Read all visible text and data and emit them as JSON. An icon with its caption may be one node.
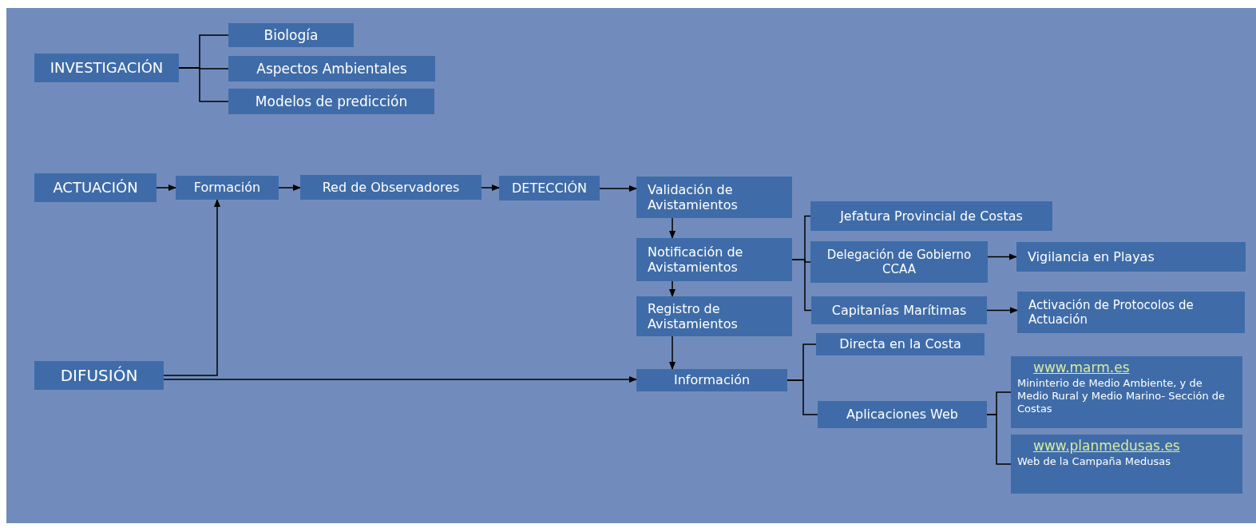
{
  "diagram": {
    "nodes": [
      {
        "text": [
          "INVESTIGACIÓN"
        ]
      },
      {
        "text": [
          "Biología"
        ]
      },
      {
        "text": [
          "Aspectos Ambientales"
        ]
      },
      {
        "text": [
          "Modelos de predicción"
        ]
      },
      {
        "text": [
          "ACTUACIÓN"
        ]
      },
      {
        "text": [
          "Formación"
        ]
      },
      {
        "text": [
          "Red de Observadores"
        ]
      },
      {
        "text": [
          "DETECCIÓN"
        ]
      },
      {
        "text": [
          "Validación de Avistamientos"
        ]
      },
      {
        "text": [
          "Notificación de Avistamientos"
        ]
      },
      {
        "text": [
          "Registro de Avistamientos"
        ]
      },
      {
        "text": [
          "Jefatura Provincial de Costas"
        ]
      },
      {
        "text": [
          "Delegación de Gobierno CCAA"
        ]
      },
      {
        "text": [
          "Vigilancia en Playas"
        ]
      },
      {
        "text": [
          "Capitanías Marítimas"
        ]
      },
      {
        "text": [
          "Activación de Protocolos de Actuación"
        ]
      },
      {
        "text": [
          "DIFUSIÓN"
        ]
      },
      {
        "text": [
          "Información"
        ]
      },
      {
        "text": [
          "Directa en la Costa"
        ]
      },
      {
        "text": [
          "Aplicaciones Web"
        ]
      },
      {
        "text": [
          "www.marm.es",
          "Mininterio de Medio Ambiente, y de Medio Rural y Medio Marino- Sección de Costas"
        ]
      },
      {
        "text": [
          "www.planmedusas.es",
          "Web de la Campaña Medusas"
        ]
      }
    ],
    "edges": [
      {
        "from": 0,
        "to": 1,
        "arrow": "none"
      },
      {
        "from": 0,
        "to": 2,
        "arrow": "none"
      },
      {
        "from": 0,
        "to": 3,
        "arrow": "none"
      },
      {
        "from": 4,
        "to": 5,
        "arrow": "to"
      },
      {
        "from": 5,
        "to": 6,
        "arrow": "to"
      },
      {
        "from": 6,
        "to": 7,
        "arrow": "to"
      },
      {
        "from": 7,
        "to": 8,
        "arrow": "to"
      },
      {
        "from": 8,
        "to": 9,
        "arrow": "to"
      },
      {
        "from": 9,
        "to": 10,
        "arrow": "to"
      },
      {
        "from": 10,
        "to": 17,
        "arrow": "to"
      },
      {
        "from": 9,
        "to": 11,
        "arrow": "none"
      },
      {
        "from": 9,
        "to": 12,
        "arrow": "none"
      },
      {
        "from": 9,
        "to": 14,
        "arrow": "none"
      },
      {
        "from": 12,
        "to": 13,
        "arrow": "to"
      },
      {
        "from": 14,
        "to": 15,
        "arrow": "to"
      },
      {
        "from": 16,
        "to": 5,
        "arrow": "to"
      },
      {
        "from": 16,
        "to": 17,
        "arrow": "to"
      },
      {
        "from": 17,
        "to": 18,
        "arrow": "none"
      },
      {
        "from": 17,
        "to": 19,
        "arrow": "none"
      },
      {
        "from": 19,
        "to": 20,
        "arrow": "none"
      },
      {
        "from": 19,
        "to": 21,
        "arrow": "none"
      }
    ]
  }
}
